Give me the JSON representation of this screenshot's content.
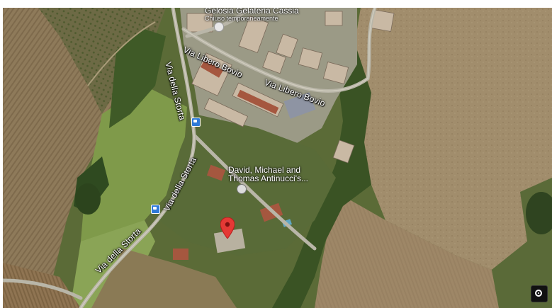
{
  "map": {
    "type": "satellite",
    "place_labels": {
      "gelateria_name": "Gelosia Gelateria Cassia",
      "gelateria_status": "Chiuso temporaneamente",
      "person_place_line1": "David, Michael and",
      "person_place_line2": "Thomas Antinucci's..."
    },
    "street_labels": {
      "via_libero_bovio_1": "Via Libero Bovio",
      "via_libero_bovio_2": "Via Libero Bovio",
      "via_della_storta_1": "Via della Storta",
      "via_della_storta_2": "Via della Storta",
      "via_della_storta_3": "Via della Storta"
    },
    "pin_color": "#e53935",
    "icons": {
      "pin": "map-pin-icon",
      "bus": "bus-stop-icon",
      "locate": "my-location-icon"
    }
  }
}
